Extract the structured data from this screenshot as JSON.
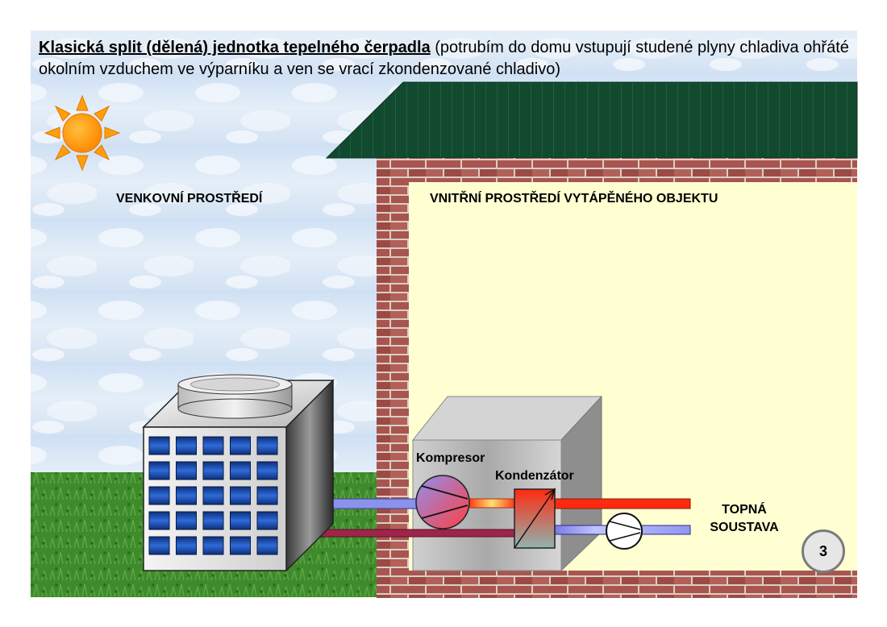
{
  "title": {
    "bold": "Klasická split (dělená) jednotka tepelného čerpadla",
    "rest": " (potrubím do domu vstupují studené plyny chladiva ohřáté okolním vzduchem ve výparníku a ven se vrací zkondenzované chladivo)"
  },
  "labels": {
    "outside": "VENKOVNÍ PROSTŘEDÍ",
    "inside": "VNITŘNÍ PROSTŘEDÍ VYTÁPĚNÉHO OBJEKTU",
    "compressor": "Kompresor",
    "condenser": "Kondenzátor",
    "heating_line1": "TOPNÁ",
    "heating_line2": "SOUSTAVA"
  },
  "slide_number": "3",
  "icons": {
    "sun": "sun-icon",
    "compressor": "compressor-icon",
    "pump": "pump-icon"
  },
  "colors": {
    "sky": "#dbe8f6",
    "grass": "#3f8a2c",
    "roof": "#114a2e",
    "brick": "#a9554f",
    "interior": "#ffffd2",
    "hot_pipe": "#ff2a10",
    "cold_pipe": "#8d9cf0",
    "sun": "#ff9e0a"
  }
}
